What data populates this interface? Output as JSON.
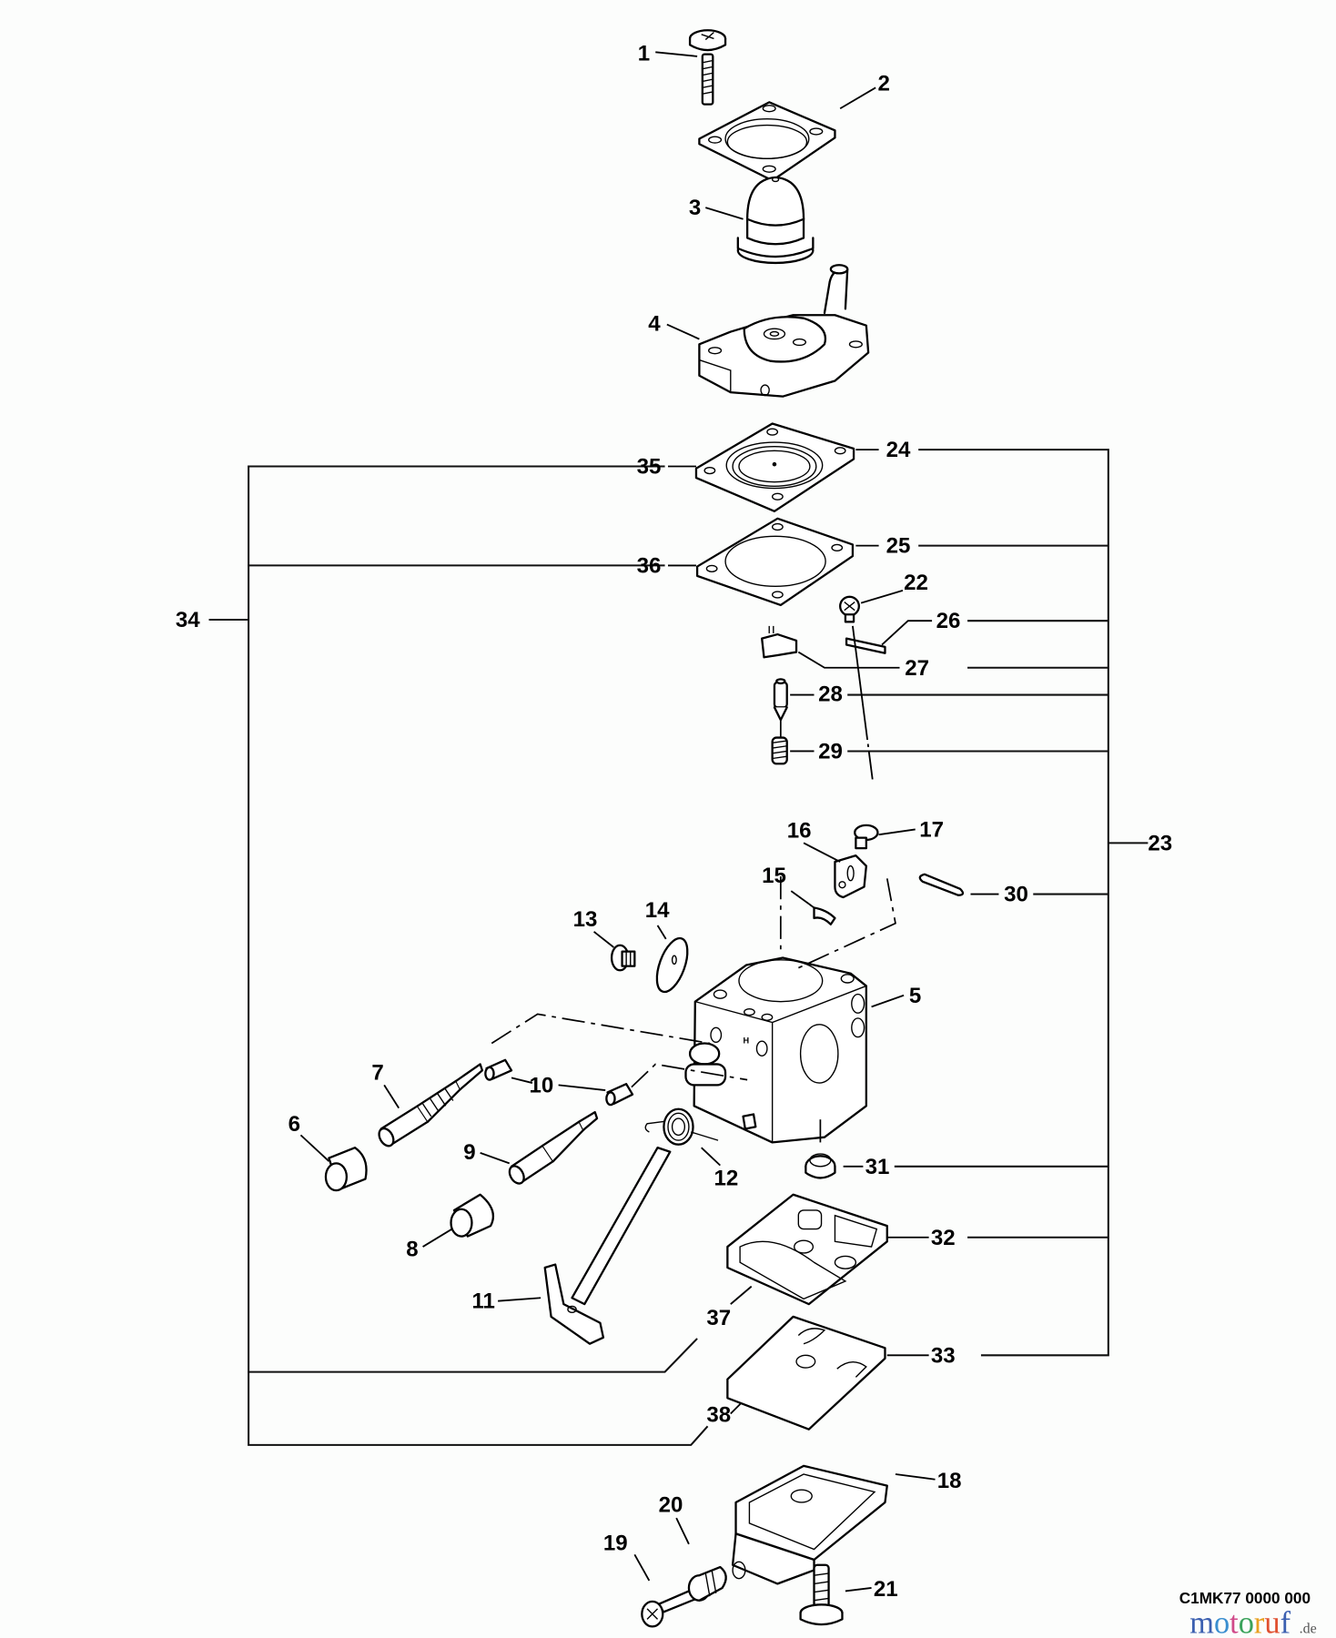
{
  "diagram": {
    "title": "Carburetor exploded parts diagram",
    "drawing_code": "C1MK77 0000 000",
    "watermark": {
      "letters": [
        "m",
        "o",
        "t",
        "o",
        "r",
        "u",
        "f"
      ],
      "colors": [
        "#3b5fb0",
        "#3b8fd0",
        "#d04a8a",
        "#3aa25a",
        "#e8a020",
        "#e05030",
        "#3b5fb0"
      ],
      "suffix": ".de"
    },
    "callouts": {
      "c1": "1",
      "c2": "2",
      "c3": "3",
      "c4": "4",
      "c5": "5",
      "c6": "6",
      "c7": "7",
      "c8": "8",
      "c9": "9",
      "c10": "10",
      "c11": "11",
      "c12": "12",
      "c13": "13",
      "c14": "14",
      "c15": "15",
      "c16": "16",
      "c17": "17",
      "c18": "18",
      "c19": "19",
      "c20": "20",
      "c21": "21",
      "c22": "22",
      "c23": "23",
      "c24": "24",
      "c25": "25",
      "c26": "26",
      "c27": "27",
      "c28": "28",
      "c29": "29",
      "c30": "30",
      "c31": "31",
      "c32": "32",
      "c33": "33",
      "c34": "34",
      "c35": "35",
      "c36": "36",
      "c37": "37",
      "c38": "38"
    },
    "groups": {
      "kit_23": [
        "24",
        "25",
        "26",
        "27",
        "28",
        "29",
        "30",
        "31",
        "32",
        "33"
      ],
      "kit_34": [
        "35",
        "36",
        "37",
        "38"
      ]
    },
    "carb_mark": "H"
  }
}
